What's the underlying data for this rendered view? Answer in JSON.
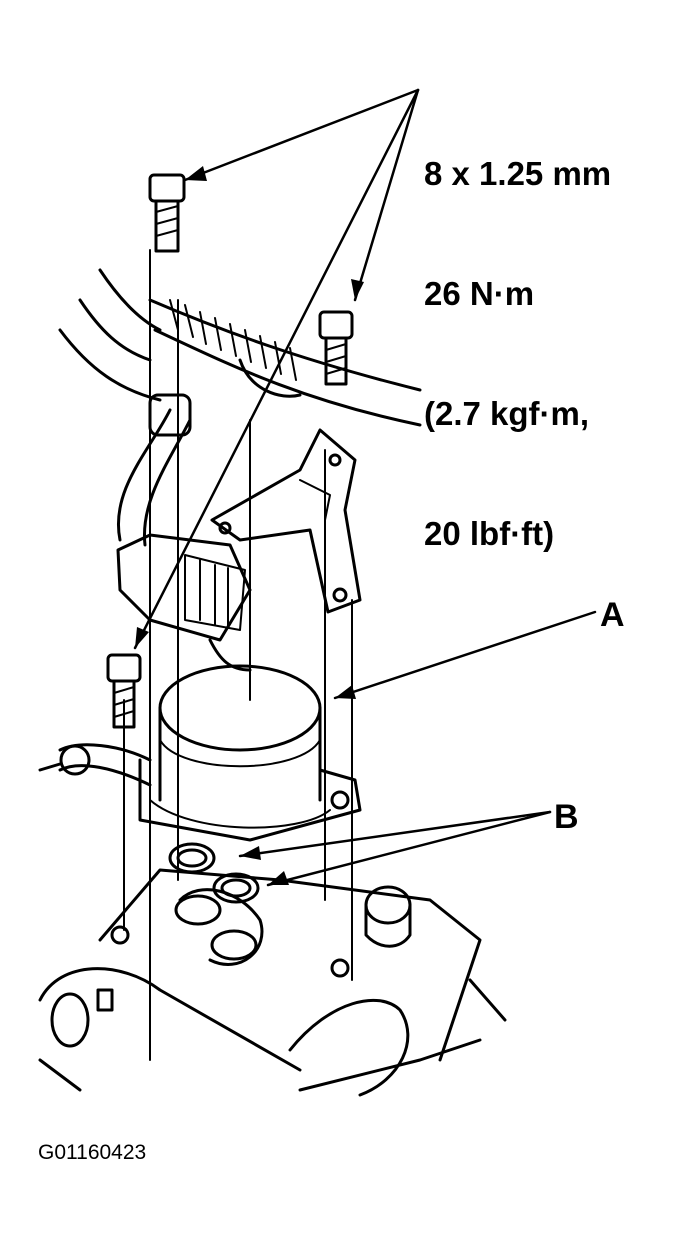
{
  "torque_spec": {
    "lines": [
      "8 x 1.25 mm",
      "26 N·m",
      "(2.7 kgf·m,",
      "20 lbf·ft)"
    ]
  },
  "callouts": {
    "a": "A",
    "b": "B"
  },
  "figure_id": "G01160423"
}
